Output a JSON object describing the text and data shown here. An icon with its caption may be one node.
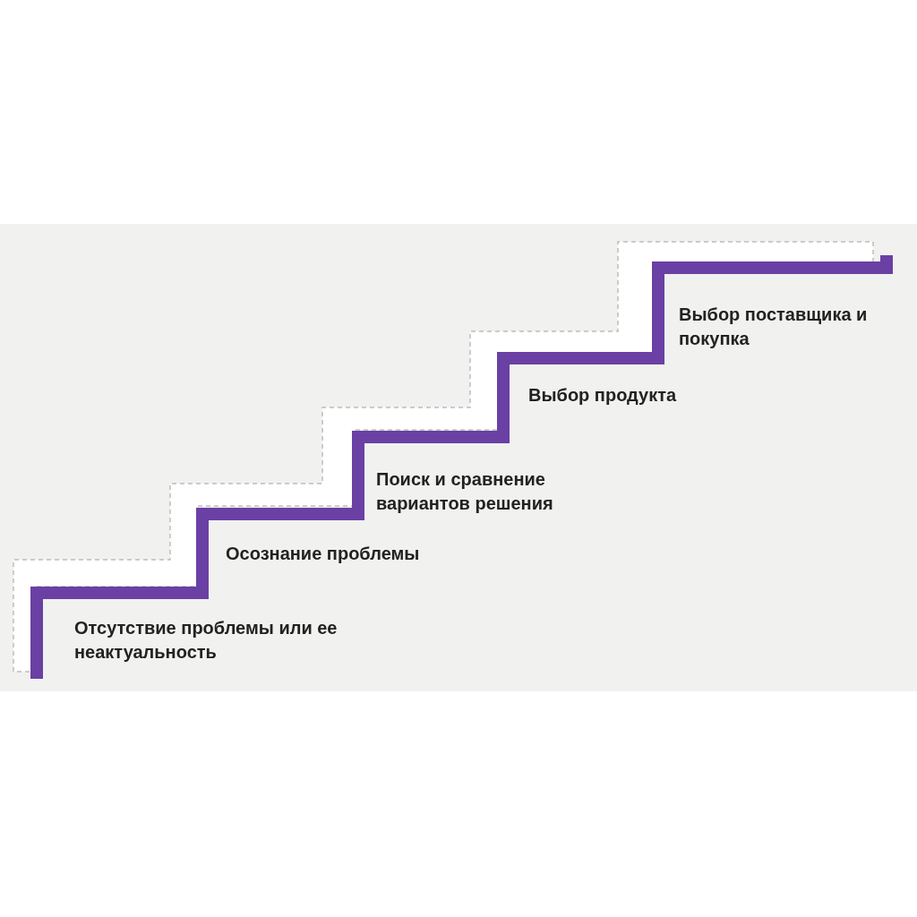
{
  "diagram": {
    "labels": [
      "Выбор поставщика и покупка",
      "Выбор продукта",
      "Поиск и сравнение вариантов решения",
      "Осознание проблемы",
      "Отсутствие проблемы или ее неактуальность"
    ]
  }
}
